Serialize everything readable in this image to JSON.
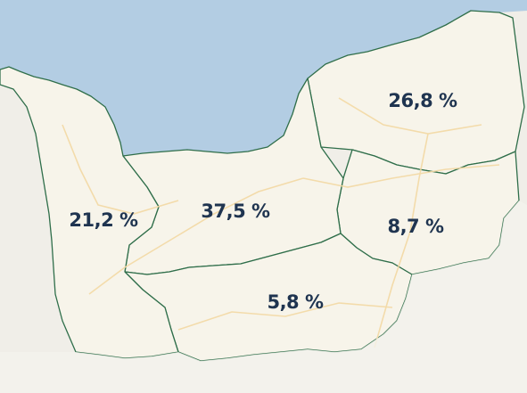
{
  "colors": {
    "sea": "#b3cde3",
    "land": "#f7f4ea",
    "outside_land": "#f0eee8",
    "border": "#2f6e4a",
    "road": "#f3d9a4",
    "label": "#1f3450"
  },
  "map": {
    "regions": [
      {
        "id": "manche",
        "value": "21,2 %",
        "share_percent": 21.2
      },
      {
        "id": "calvados",
        "value": "37,5 %",
        "share_percent": 37.5
      },
      {
        "id": "orne",
        "value": "5,8 %",
        "share_percent": 5.8
      },
      {
        "id": "eure",
        "value": "8,7 %",
        "share_percent": 8.7
      },
      {
        "id": "seine-maritime",
        "value": "26,8 %",
        "share_percent": 26.8
      }
    ]
  }
}
